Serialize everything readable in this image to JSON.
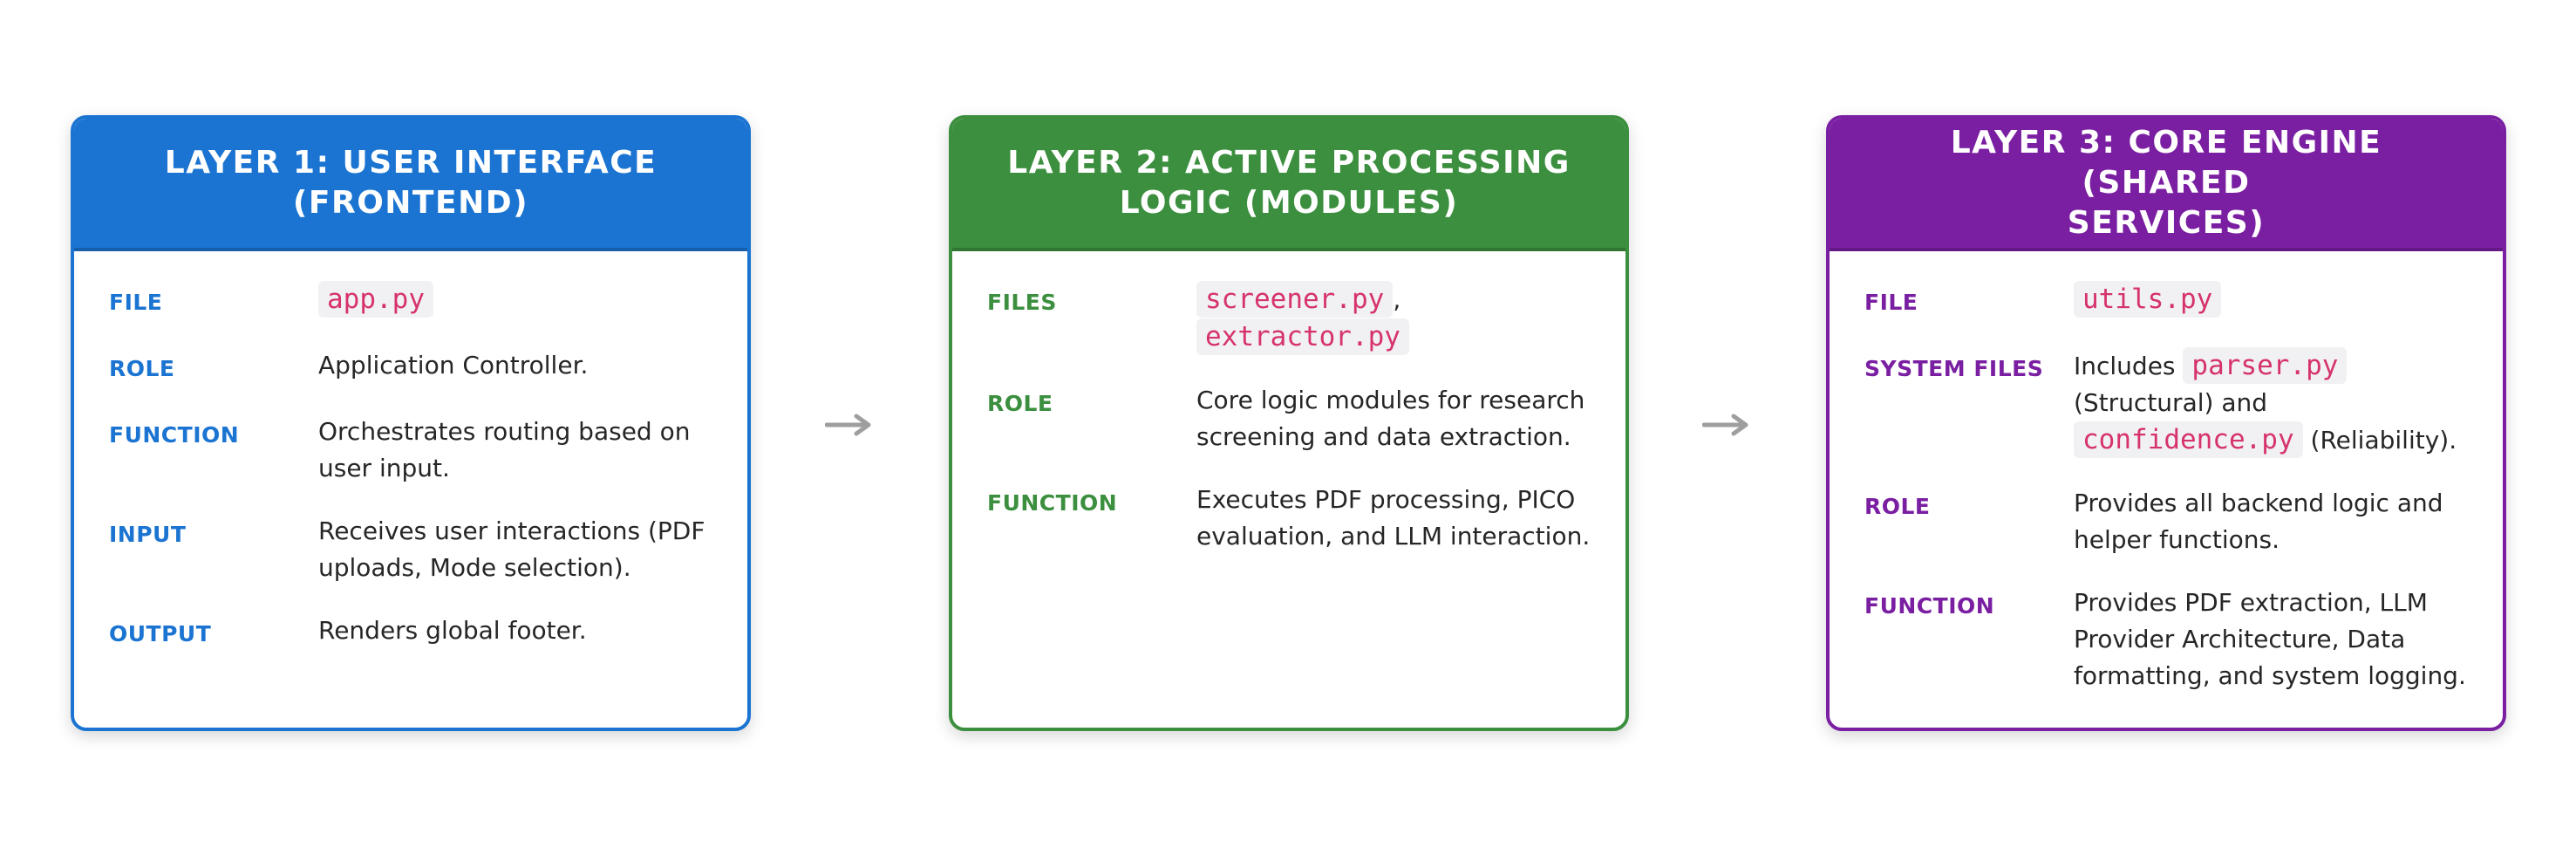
{
  "colors": {
    "layer1": "#1b74d1",
    "layer2": "#3b8f3e",
    "layer3": "#7a1fa2",
    "code_text": "#d6336c",
    "arrow": "#9e9e9e"
  },
  "arrows": [
    "arrow-right-icon",
    "arrow-right-icon"
  ],
  "layer1": {
    "title_line1": "LAYER 1: USER INTERFACE",
    "title_line2": "(FRONTEND)",
    "file_label": "FILE",
    "file_code": "app.py",
    "role_label": "ROLE",
    "role_value": "Application Controller.",
    "function_label": "FUNCTION",
    "function_line1": "Orchestrates routing based on",
    "function_line2": "user input.",
    "input_label": "INPUT",
    "input_line1": "Receives user interactions (PDF",
    "input_line2": "uploads, Mode selection).",
    "output_label": "OUTPUT",
    "output_value": "Renders global footer."
  },
  "layer2": {
    "title_line1": "LAYER 2: ACTIVE PROCESSING",
    "title_line2": "LOGIC (MODULES)",
    "files_label": "FILES",
    "files_code1": "screener.py",
    "files_sep": ",",
    "files_code2": "extractor.py",
    "role_label": "ROLE",
    "role_line1": "Core logic modules for research",
    "role_line2": "screening and data extraction.",
    "function_label": "FUNCTION",
    "function_line1": "Executes PDF processing, PICO",
    "function_line2": "evaluation, and LLM interaction."
  },
  "layer3": {
    "title_line1": "LAYER 3: CORE ENGINE (SHARED",
    "title_line2": "SERVICES)",
    "file_label": "FILE",
    "file_code": "utils.py",
    "system_files_label": "SYSTEM FILES",
    "system_files_prefix": "Includes",
    "system_files_code1": "parser.py",
    "system_files_mid": "(Structural) and",
    "system_files_code2": "confidence.py",
    "system_files_suffix": "(Reliability).",
    "role_label": "ROLE",
    "role_line1": "Provides all backend logic and",
    "role_line2": "helper functions.",
    "function_label": "FUNCTION",
    "function_line1": "Provides PDF extraction, LLM",
    "function_line2": "Provider Architecture, Data",
    "function_line3": "formatting, and system logging."
  }
}
